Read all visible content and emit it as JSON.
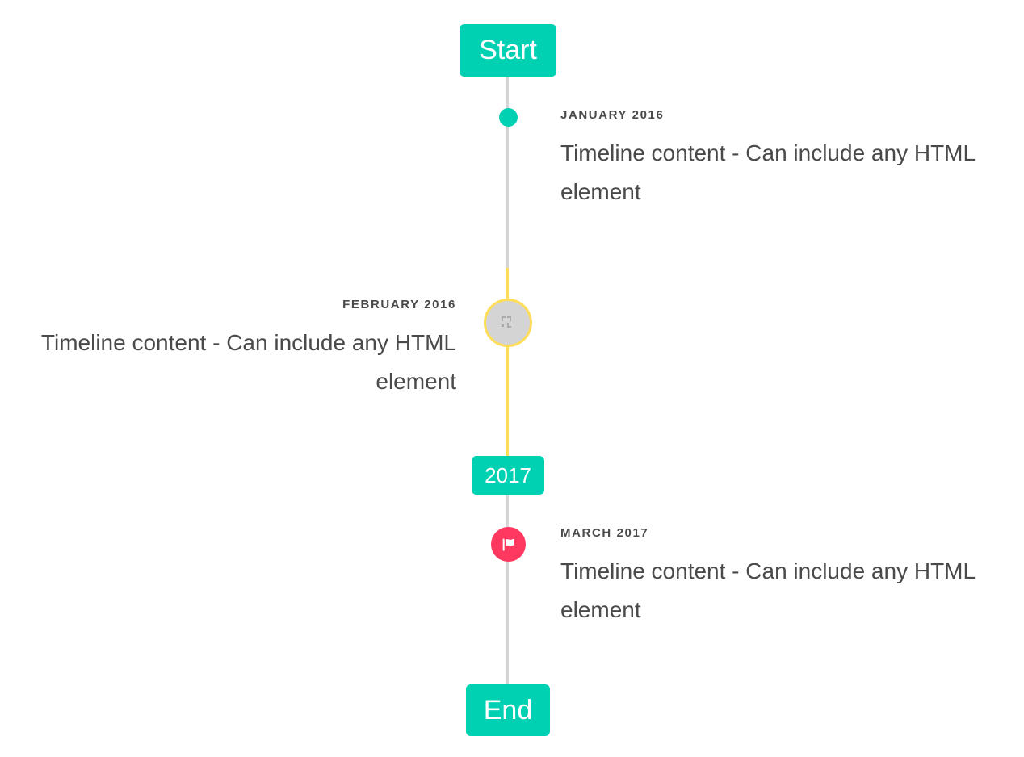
{
  "colors": {
    "primary_teal": "#00d1b2",
    "warning_yellow": "#ffdd57",
    "danger_pink": "#ff3860",
    "rail_grey": "#d5d5d5",
    "marker_grey": "#d4d4d4",
    "text_dark": "#4a4a4a",
    "background": "#ffffff"
  },
  "timeline": {
    "header_badge": {
      "label": "Start"
    },
    "middle_badge": {
      "label": "2017"
    },
    "footer_badge": {
      "label": "End"
    },
    "entries": [
      {
        "id": "january-2016",
        "heading": "JANUARY 2016",
        "body": "Timeline content - Can include any HTML element",
        "side": "right",
        "marker": {
          "type": "dot",
          "icon": "dot-icon",
          "color": "#00d1b2"
        }
      },
      {
        "id": "february-2016",
        "heading": "FEBRUARY 2016",
        "body": "Timeline content - Can include any HTML element",
        "side": "left",
        "marker": {
          "type": "image",
          "icon": "broken-image-icon",
          "color": "#ffdd57"
        }
      },
      {
        "id": "march-2017",
        "heading": "MARCH 2017",
        "body": "Timeline content - Can include any HTML element",
        "side": "right",
        "marker": {
          "type": "flag",
          "icon": "flag-icon",
          "color": "#ff3860"
        }
      }
    ]
  }
}
